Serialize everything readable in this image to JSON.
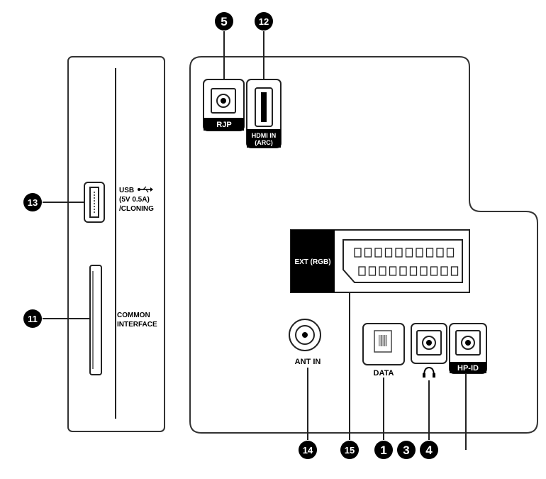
{
  "callouts": {
    "n5": "5",
    "n12": "12",
    "n13": "13",
    "n11": "11",
    "n14": "14",
    "n15": "15",
    "n1": "1",
    "n3": "3",
    "n4": "4"
  },
  "labels": {
    "rjp": "RJP",
    "hdmi_line1": "HDMI IN",
    "hdmi_line2": "(ARC)",
    "usb_line1": "USB",
    "usb_line2": "(5V 0.5A)",
    "usb_line3": "/CLONING",
    "ci_line1": "COMMON",
    "ci_line2": "INTERFACE",
    "ext": "EXT (RGB)",
    "ant": "ANT IN",
    "data": "DATA",
    "hpid": "HP-ID"
  },
  "icons": {
    "usb_symbol": "usb-icon",
    "headphone_symbol": "headphone-icon",
    "lan_symbol": "ethernet-port-icon"
  },
  "colors": {
    "line": "#1a1a1a",
    "fill": "#000000",
    "panel": "#ffffff"
  }
}
